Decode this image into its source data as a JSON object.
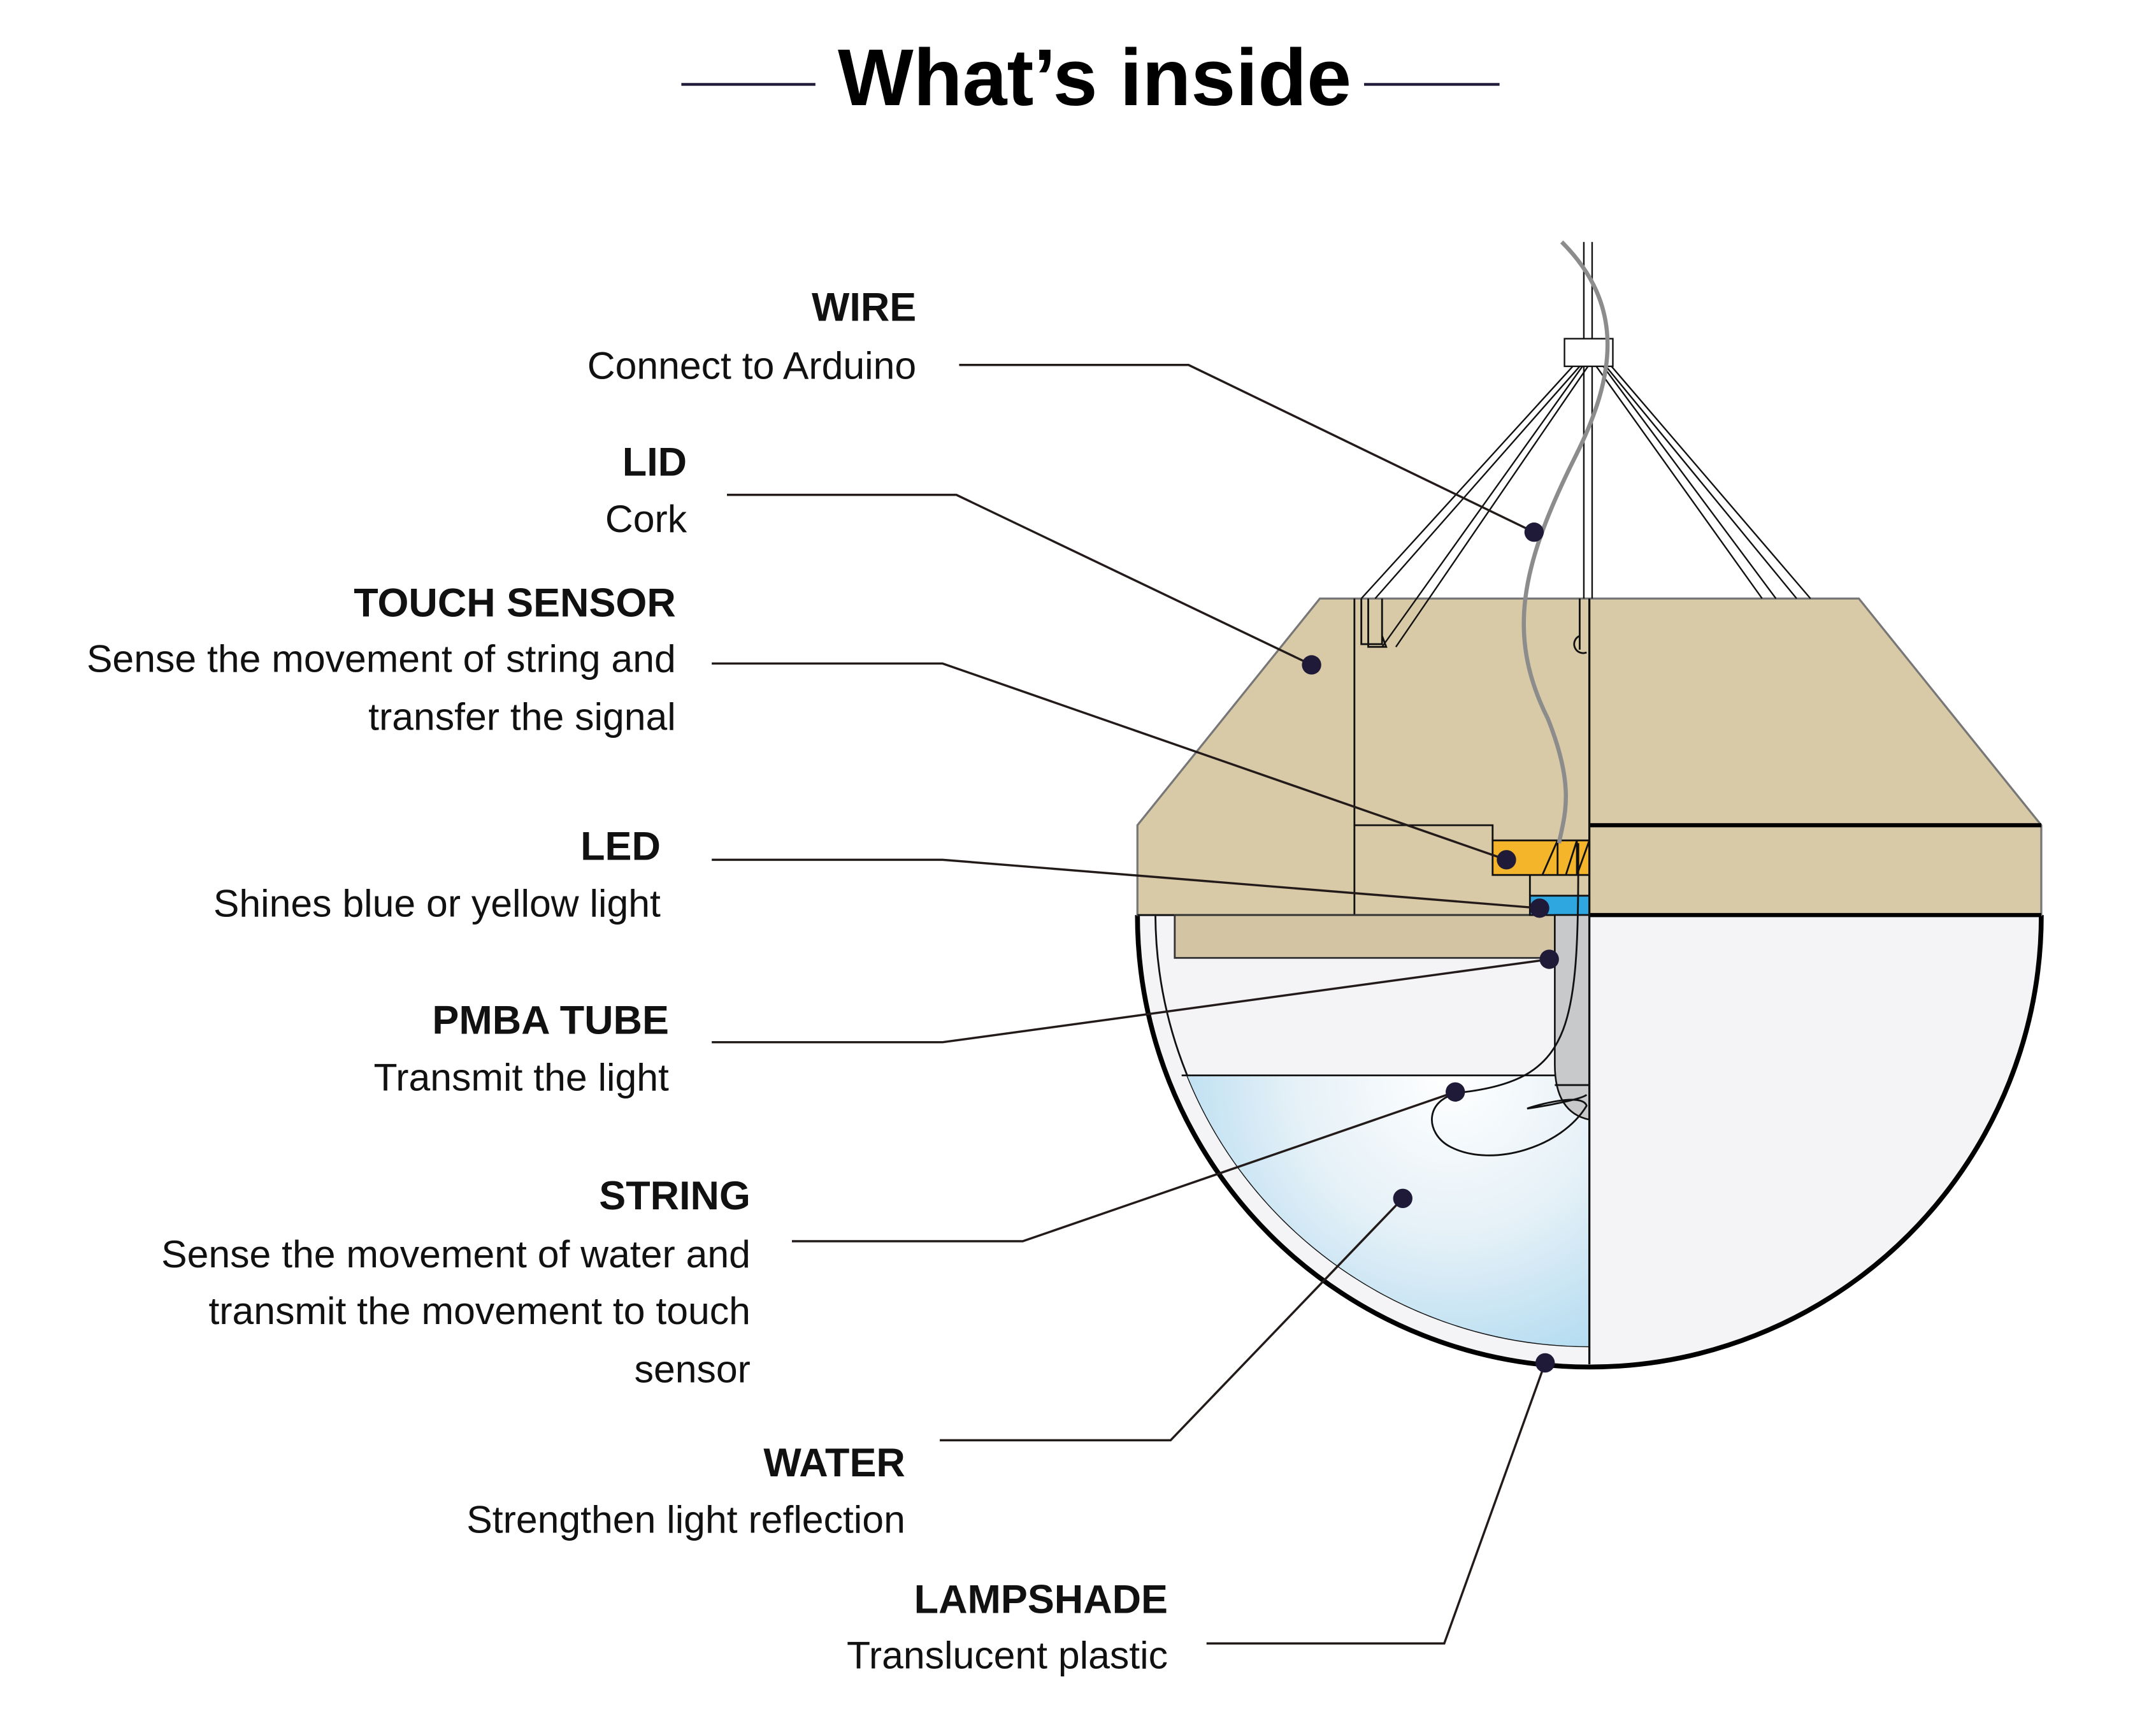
{
  "title": "What’s inside",
  "colors": {
    "cork": "#d8c9a7",
    "touch_sensor": "#f5b52b",
    "led": "#2ea6e0",
    "tube": "#c8c9cb",
    "water": "#9fd3ee",
    "lampshade_inside": "#f4f4f6",
    "dot": "#1f1a38",
    "title_rule": "#1f1a38"
  },
  "components": [
    {
      "name": "WIRE",
      "desc": [
        "Connect to Arduino"
      ]
    },
    {
      "name": "LID",
      "desc": [
        "Cork"
      ]
    },
    {
      "name": "TOUCH SENSOR",
      "desc": [
        "Sense the movement of string and",
        "transfer the signal"
      ]
    },
    {
      "name": "LED",
      "desc": [
        "Shines blue or yellow light"
      ]
    },
    {
      "name": "PMBA TUBE",
      "desc": [
        "Transmit the light"
      ]
    },
    {
      "name": "STRING",
      "desc": [
        "Sense the movement of water and",
        "transmit the movement to touch",
        "sensor"
      ]
    },
    {
      "name": "WATER",
      "desc": [
        "Strengthen light reflection"
      ]
    },
    {
      "name": "LAMPSHADE",
      "desc": [
        "Translucent plastic"
      ]
    }
  ]
}
